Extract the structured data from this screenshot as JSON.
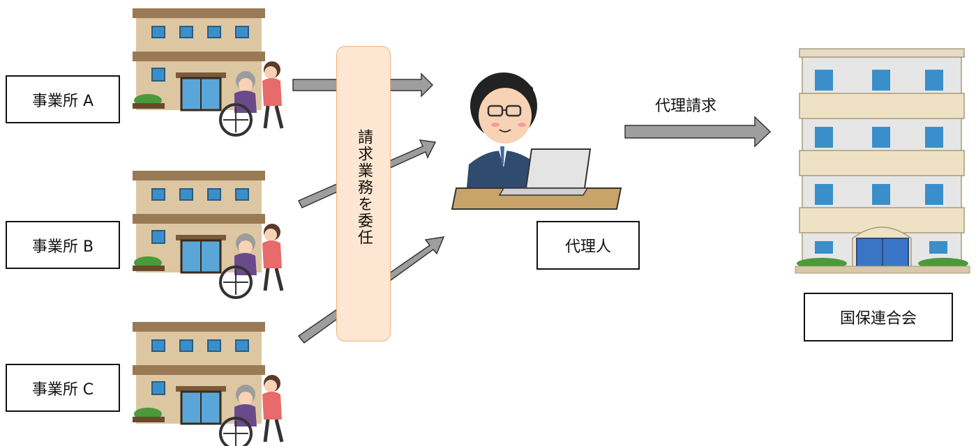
{
  "offices": [
    {
      "label": "事業所 A"
    },
    {
      "label": "事業所 B"
    },
    {
      "label": "事業所 C"
    }
  ],
  "delegation_label": "請求業務を委任",
  "agent_label": "代理人",
  "proxy_claim_label": "代理請求",
  "federation_label": "国保連合会",
  "colors": {
    "arrow_fill": "#9e9e9e",
    "arrow_stroke": "#333333",
    "banner_fill": "#fde6d2",
    "banner_border": "#f0b27a"
  }
}
